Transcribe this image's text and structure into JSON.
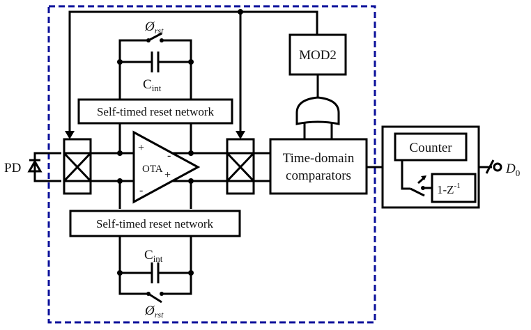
{
  "diagram": {
    "photodiode_label": "PD",
    "top_switch_label": "Ø",
    "top_switch_sub": "rst",
    "top_cap_label": "C",
    "top_cap_sub": "int",
    "top_reset_label": "Self-timed reset network",
    "bottom_reset_label": "Self-timed reset network",
    "bottom_cap_label": "C",
    "bottom_cap_sub": "int",
    "bottom_switch_label": "Ø",
    "bottom_switch_sub": "rst",
    "ota_label": "OTA",
    "ota_in_plus": "+",
    "ota_in_minus": "-",
    "ota_out_minus": "-",
    "ota_out_plus": "+",
    "mod2_label": "MOD2",
    "comparator_line1": "Time-domain",
    "comparator_line2": "comparators",
    "counter_label": "Counter",
    "diff_label": "1-Z",
    "diff_sup": "-1",
    "output_label": "D",
    "output_sub": "0",
    "colors": {
      "boundary": "#0a0f9a",
      "wire": "#000000"
    }
  }
}
